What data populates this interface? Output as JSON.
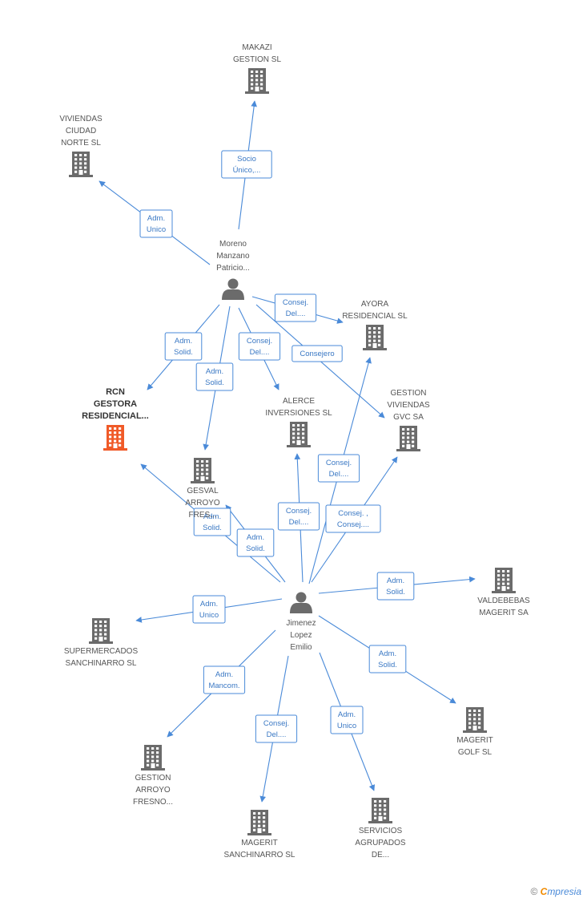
{
  "colors": {
    "edge": "#4a8ad8",
    "edge_text": "#3a78c4",
    "node_icon": "#6b6b6b",
    "node_focus": "#f05a28",
    "label": "#555555"
  },
  "nodes": [
    {
      "id": "makazi",
      "type": "company",
      "icon": "building-icon",
      "label": [
        "MAKAZI",
        "GESTION SL"
      ]
    },
    {
      "id": "viviendas",
      "type": "company",
      "icon": "building-icon",
      "label": [
        "VIVIENDAS",
        "CIUDAD",
        "NORTE  SL"
      ]
    },
    {
      "id": "moreno",
      "type": "person",
      "icon": "person-icon",
      "label": [
        "Moreno",
        "Manzano",
        "Patricio..."
      ]
    },
    {
      "id": "ayora",
      "type": "company",
      "icon": "building-icon",
      "label": [
        "AYORA",
        "RESIDENCIAL SL"
      ]
    },
    {
      "id": "rcn",
      "type": "company",
      "icon": "building-icon",
      "focus": true,
      "label": [
        "RCN",
        "GESTORA",
        "RESIDENCIAL..."
      ]
    },
    {
      "id": "alerce",
      "type": "company",
      "icon": "building-icon",
      "label": [
        "ALERCE",
        "INVERSIONES SL"
      ]
    },
    {
      "id": "gvc",
      "type": "company",
      "icon": "building-icon",
      "label": [
        "GESTION",
        "VIVIENDAS",
        "GVC SA"
      ]
    },
    {
      "id": "gesval",
      "type": "company",
      "icon": "building-icon",
      "label": [
        "GESVAL",
        "ARROYO",
        "FRES..."
      ]
    },
    {
      "id": "valdebebas",
      "type": "company",
      "icon": "building-icon",
      "label": [
        "VALDEBEBAS",
        "MAGERIT SA"
      ]
    },
    {
      "id": "jimenez",
      "type": "person",
      "icon": "person-icon",
      "label": [
        "Jimenez",
        "Lopez",
        "Emilio"
      ]
    },
    {
      "id": "supermercados",
      "type": "company",
      "icon": "building-icon",
      "label": [
        "SUPERMERCADOS",
        "SANCHINARRO SL"
      ]
    },
    {
      "id": "mageritgolf",
      "type": "company",
      "icon": "building-icon",
      "label": [
        "MAGERIT",
        "GOLF SL"
      ]
    },
    {
      "id": "gestionarroyo",
      "type": "company",
      "icon": "building-icon",
      "label": [
        "GESTION",
        "ARROYO",
        "FRESNO..."
      ]
    },
    {
      "id": "mageritsanchinarro",
      "type": "company",
      "icon": "building-icon",
      "label": [
        "MAGERIT",
        "SANCHINARRO SL"
      ]
    },
    {
      "id": "servicios",
      "type": "company",
      "icon": "building-icon",
      "label": [
        "SERVICIOS",
        "AGRUPADOS",
        "DE..."
      ]
    }
  ],
  "edges": [
    {
      "from": "moreno",
      "to": "makazi",
      "label": [
        "Socio",
        "Único,..."
      ]
    },
    {
      "from": "moreno",
      "to": "viviendas",
      "label": [
        "Adm.",
        "Unico"
      ]
    },
    {
      "from": "moreno",
      "to": "ayora",
      "label": [
        "Consej.",
        "Del...."
      ]
    },
    {
      "from": "moreno",
      "to": "gvc",
      "label": [
        "Consejero"
      ]
    },
    {
      "from": "moreno",
      "to": "rcn",
      "label": [
        "Adm.",
        "Solid."
      ]
    },
    {
      "from": "moreno",
      "to": "gesval",
      "label": [
        "Adm.",
        "Solid."
      ]
    },
    {
      "from": "moreno",
      "to": "alerce",
      "label": [
        "Consej.",
        "Del...."
      ]
    },
    {
      "from": "jimenez",
      "to": "ayora",
      "label": [
        "Consej.",
        "Del...."
      ]
    },
    {
      "from": "jimenez",
      "to": "alerce",
      "label": [
        "Consej.",
        "Del...."
      ]
    },
    {
      "from": "jimenez",
      "to": "gvc",
      "label": [
        "Consej. ,",
        "Consej...."
      ]
    },
    {
      "from": "jimenez",
      "to": "rcn",
      "label": [
        "Adm.",
        "Solid."
      ]
    },
    {
      "from": "jimenez",
      "to": "gesval",
      "label": [
        "Adm.",
        "Solid."
      ]
    },
    {
      "from": "jimenez",
      "to": "valdebebas",
      "label": [
        "Adm.",
        "Solid."
      ]
    },
    {
      "from": "jimenez",
      "to": "supermercados",
      "label": [
        "Adm.",
        "Unico"
      ]
    },
    {
      "from": "jimenez",
      "to": "mageritgolf",
      "label": [
        "Adm.",
        "Solid."
      ]
    },
    {
      "from": "jimenez",
      "to": "gestionarroyo",
      "label": [
        "Adm.",
        "Mancom."
      ]
    },
    {
      "from": "jimenez",
      "to": "mageritsanchinarro",
      "label": [
        "Consej.",
        "Del...."
      ]
    },
    {
      "from": "jimenez",
      "to": "servicios",
      "label": [
        "Adm.",
        "Unico"
      ]
    }
  ],
  "brand": {
    "copyright": "©",
    "e": "C",
    "rest": "mpresia"
  }
}
